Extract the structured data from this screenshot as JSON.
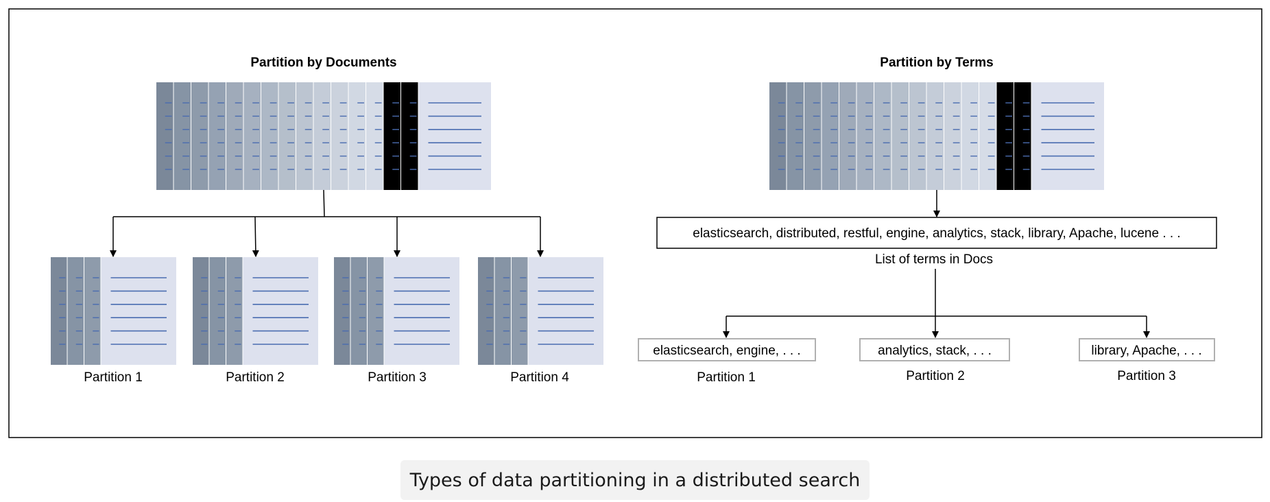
{
  "left_panel": {
    "title": "Partition by Documents",
    "partition_labels": [
      "Partition 1",
      "Partition 2",
      "Partition 3",
      "Partition 4"
    ]
  },
  "right_panel": {
    "title": "Partition by Terms",
    "terms_list": "elasticsearch, distributed, restful, engine, analytics, stack, library, Apache, lucene . . .",
    "terms_caption": "List of terms in Docs",
    "partitions": [
      {
        "terms": "elasticsearch, engine, . . .",
        "label": "Partition 1"
      },
      {
        "terms": "analytics, stack, . . .",
        "label": "Partition 2"
      },
      {
        "terms": "library, Apache, . . .",
        "label": "Partition 3"
      }
    ]
  },
  "caption": "Types of data partitioning in a distributed search",
  "colors": {
    "strips": [
      "#7b8899",
      "#8694a5",
      "#8e9bab",
      "#95a2b3",
      "#9faab9",
      "#a6b1c0",
      "#adb8c6",
      "#b5bfcb",
      "#bcc5d1",
      "#c4ccd8",
      "#cbd2dd",
      "#d1d8e3",
      "#d6dce7"
    ],
    "page": "#dde1ee",
    "line": "#4a6cb0",
    "border": "#000000",
    "small_box_border": "#b0b0b0"
  },
  "icons": [
    "document-stack-icon",
    "arrow-down-icon"
  ]
}
